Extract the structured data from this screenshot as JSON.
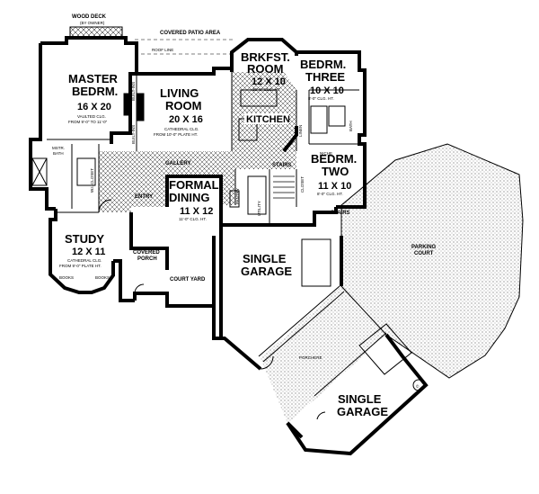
{
  "outdoor": {
    "wood_deck": "WOOD DECK",
    "wood_deck_note": "(BY OWNER)",
    "covered_patio": "COVERED PATIO AREA",
    "roof_line": "ROOF LINE",
    "parking_court_1": "PARKING",
    "parking_court_2": "COURT",
    "court_yard": "COURT YARD",
    "covered_porch_1": "COVERED",
    "covered_porch_2": "PORCH",
    "porchere": "PORCHERE"
  },
  "rooms": {
    "master": {
      "name_1": "MASTER",
      "name_2": "BEDRM.",
      "size": "16 X 20",
      "note_1": "VAULTED CLG.",
      "note_2": "FROM 9'-0\" TO 11'-0\""
    },
    "living": {
      "name_1": "LIVING",
      "name_2": "ROOM",
      "size": "20 X 16",
      "note_1": "CATHEDRAL CLG.",
      "note_2": "FROM 10'-0\" PLATE HT."
    },
    "brkfst": {
      "name_1": "BRKFST.",
      "name_2": "ROOM",
      "size": "12 X 10",
      "note": "10'-0\" CLG. HT."
    },
    "kitchen": {
      "name": "KITCHEN"
    },
    "bedroom3": {
      "name_1": "BEDRM.",
      "name_2": "THREE",
      "size": "10 X 10",
      "note": "8'-0\" CLG. HT."
    },
    "bedroom2": {
      "name_1": "BEDRM.",
      "name_2": "TWO",
      "size": "11 X 10",
      "note": "8'-0\" CLG. HT."
    },
    "formal_dining": {
      "name_1": "FORMAL",
      "name_2": "DINING",
      "size": "11 X 12",
      "note": "11'-0\" CLG. HT."
    },
    "study": {
      "name": "STUDY",
      "size": "12 X 11",
      "note_1": "CATHEDRAL CLG.",
      "note_2": "FROM 9'-0\" PLATE HT."
    },
    "garage1": {
      "name_1": "SINGLE",
      "name_2": "GARAGE"
    },
    "garage2": {
      "name_1": "SINGLE",
      "name_2": "GARAGE"
    }
  },
  "small_labels": {
    "gallery": "GALLERY",
    "entry": "ENTRY",
    "stairs": "STAIRS",
    "stairs2": "STAIRS",
    "utility": "UTILITY",
    "mstr_bath_1": "MSTR.",
    "mstr_bath_2": "BATH",
    "walk_in_closet": "W.I. CLOSET",
    "bath": "BATH",
    "niche": "NICHE",
    "closet": "CLOSET",
    "linen": "LINEN",
    "pantry": "PANTRY",
    "books_1": "BOOKS",
    "books_2": "BOOKS",
    "built_ins_1": "BUILT-INS",
    "built_ins_2": "BUILT-INS",
    "copyright": "©"
  }
}
